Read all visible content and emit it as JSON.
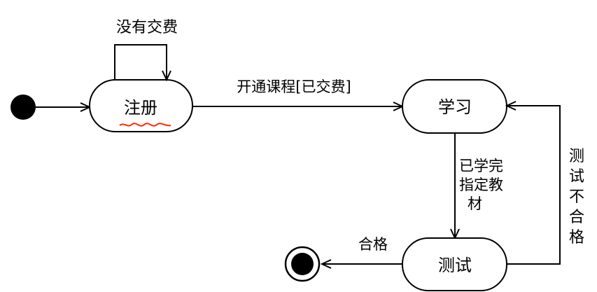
{
  "diagram": {
    "states": {
      "register": "注册",
      "study": "学习",
      "test": "测试"
    },
    "transitions": {
      "not_paid": "没有交费",
      "open_course": "开通课程[已交费]",
      "finished_material": [
        "已学完",
        "指定教",
        "材"
      ],
      "passed": "合格",
      "failed": [
        "测",
        "试",
        "不",
        "合",
        "格"
      ]
    },
    "colors": {
      "line": "#000000",
      "annotation": "#ff2a00"
    }
  }
}
